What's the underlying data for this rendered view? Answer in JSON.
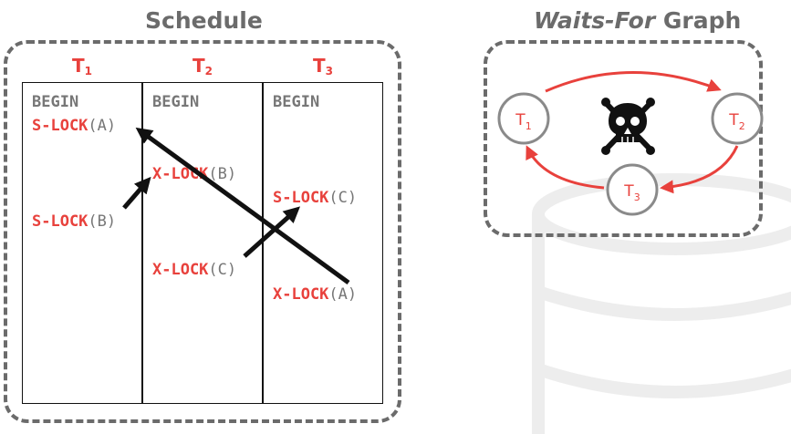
{
  "schedule": {
    "title": "Schedule",
    "transactions": [
      {
        "name": "T",
        "sub": "1"
      },
      {
        "name": "T",
        "sub": "2"
      },
      {
        "name": "T",
        "sub": "3"
      }
    ],
    "ops": {
      "t1_begin": "BEGIN",
      "t1_op1_kw": "S-LOCK",
      "t1_op1_arg": "(A)",
      "t1_op2_kw": "S-LOCK",
      "t1_op2_arg": "(B)",
      "t2_begin": "BEGIN",
      "t2_op1_kw": "X-LOCK",
      "t2_op1_arg": "(B)",
      "t2_op2_kw": "X-LOCK",
      "t2_op2_arg": "(C)",
      "t3_begin": "BEGIN",
      "t3_op1_kw": "S-LOCK",
      "t3_op1_arg": "(C)",
      "t3_op2_kw": "X-LOCK",
      "t3_op2_arg": "(A)"
    }
  },
  "waits_for_graph": {
    "title_emphasis": "Waits-For",
    "title_rest": " Graph",
    "nodes": [
      {
        "name": "T",
        "sub": "1"
      },
      {
        "name": "T",
        "sub": "2"
      },
      {
        "name": "T",
        "sub": "3"
      }
    ],
    "deadlock_icon": "skull-crossbones-icon"
  },
  "colors": {
    "accent": "#e8413c",
    "text_gray": "#777777",
    "frame_gray": "#6b6b6b",
    "ink": "#111111",
    "node_border": "#8a8a8a"
  }
}
